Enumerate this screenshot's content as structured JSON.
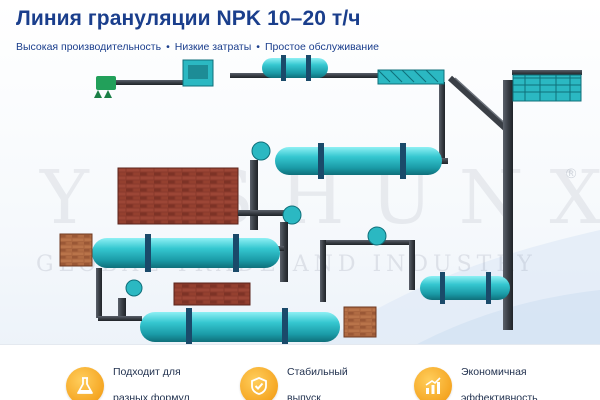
{
  "header": {
    "title_main": "Линия грануляции",
    "title_accent": "NPK 10–20 т/ч",
    "subtitle_items": [
      "Высокая производительность",
      "Низкие затраты",
      "Простое обслуживание"
    ]
  },
  "watermark": {
    "brand": "YUSHUNXIN",
    "tagline": "GLOBAL TRADE AND INDUSTRY",
    "registered_mark": "®"
  },
  "features": [
    {
      "icon": "flask-icon",
      "line1": "Подходит для",
      "line2": "разных формул"
    },
    {
      "icon": "shield-check-icon",
      "line1": "Стабильный",
      "line2": "выпуск"
    },
    {
      "icon": "growth-chart-icon",
      "line1": "Экономичная",
      "line2": "эффективность"
    }
  ],
  "colors": {
    "title": "#1a3e8c",
    "drum": "#2cc0c9",
    "pipe": "#3a3f46",
    "brick": "#8b3a2e",
    "feature_icon": "#f5a623"
  }
}
